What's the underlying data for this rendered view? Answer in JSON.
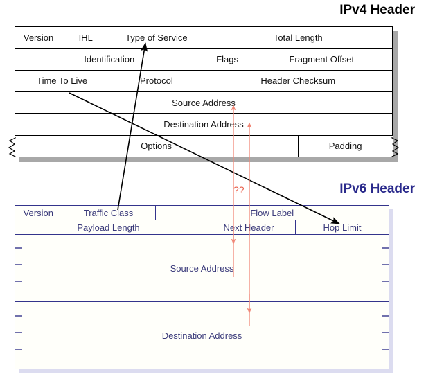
{
  "diagram": {
    "title_ipv4": "IPv4 Header",
    "title_ipv6": "IPv6 Header",
    "annotation_unknown": "??",
    "colors": {
      "ipv4_border": "#000000",
      "ipv4_title": "#000000",
      "ipv4_shadow": "#a8a8a8",
      "ipv6_border": "#34348c",
      "ipv6_title": "#2a2a8c",
      "ipv6_text": "#3a3a7a",
      "ipv6_shadow": "#dcdcf0",
      "red_arrow": "#f08878",
      "black_arrow": "#000000",
      "question_mark": "#e8604c"
    }
  },
  "ipv4": {
    "rows": [
      {
        "cells": [
          {
            "label": "Version",
            "span": 1
          },
          {
            "label": "IHL",
            "span": 1
          },
          {
            "label": "Type of Service",
            "span": 2
          },
          {
            "label": "Total Length",
            "span": 4
          }
        ]
      },
      {
        "cells": [
          {
            "label": "Identification",
            "span": 4
          },
          {
            "label": "Flags",
            "span": 1
          },
          {
            "label": "Fragment Offset",
            "span": 3
          }
        ]
      },
      {
        "cells": [
          {
            "label": "Time To Live",
            "span": 2
          },
          {
            "label": "Protocol",
            "span": 2
          },
          {
            "label": "Header Checksum",
            "span": 4
          }
        ]
      },
      {
        "cells": [
          {
            "label": "Source Address",
            "span": 8
          }
        ]
      },
      {
        "cells": [
          {
            "label": "Destination Address",
            "span": 8
          }
        ]
      },
      {
        "cells": [
          {
            "label": "Options",
            "span": 6
          },
          {
            "label": "Padding",
            "span": 2
          }
        ]
      }
    ]
  },
  "ipv6": {
    "rows": [
      {
        "cells": [
          {
            "label": "Version",
            "span": 1
          },
          {
            "label": "Traffic Class",
            "span": 2
          },
          {
            "label": "Flow Label",
            "span": 5
          }
        ]
      },
      {
        "cells": [
          {
            "label": "Payload Length",
            "span": 4
          },
          {
            "label": "Next Header",
            "span": 2
          },
          {
            "label": "Hop Limit",
            "span": 2
          }
        ]
      }
    ],
    "address_blocks": [
      {
        "label": "Source Address"
      },
      {
        "label": "Destination Address"
      }
    ]
  },
  "arrows": {
    "black": [
      {
        "name": "type-of-service-to-traffic-class",
        "from": "Traffic Class",
        "to": "Type of Service"
      },
      {
        "name": "time-to-live-to-hop-limit",
        "from": "Time To Live",
        "to": "Hop Limit"
      }
    ],
    "red": [
      {
        "name": "source-address-mapping",
        "from": "IPv6 Source Address",
        "to": "IPv4 Source Address"
      },
      {
        "name": "destination-address-mapping",
        "from": "IPv6 Destination Address",
        "to": "IPv4 Destination Address"
      }
    ]
  }
}
